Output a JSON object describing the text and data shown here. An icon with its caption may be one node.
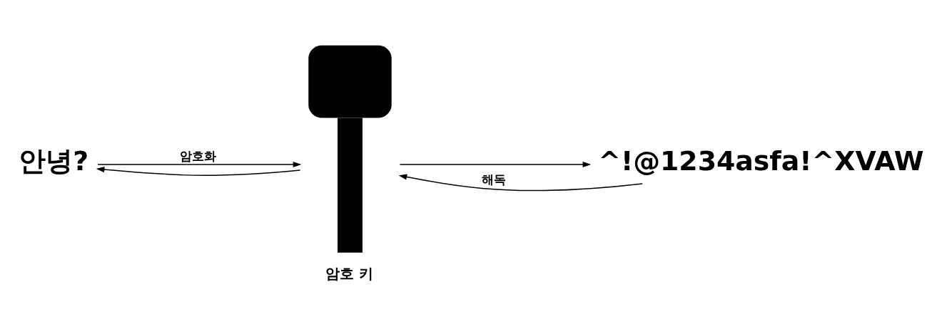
{
  "diagram": {
    "nodes": [
      {
        "text": [
          "안녕?"
        ]
      },
      {
        "text": [],
        "shape": "key",
        "beside": [
          "암호 키"
        ]
      },
      {
        "text": [
          "^!@1234asfa!^XVAW"
        ]
      }
    ],
    "edges": [
      {
        "from": 0,
        "to": 1,
        "arrow": "to",
        "label": "암호화"
      },
      {
        "from": 1,
        "to": 0,
        "arrow": "to"
      },
      {
        "from": 1,
        "to": 2,
        "arrow": "to"
      },
      {
        "from": 2,
        "to": 1,
        "arrow": "to",
        "label": "해독"
      }
    ]
  }
}
